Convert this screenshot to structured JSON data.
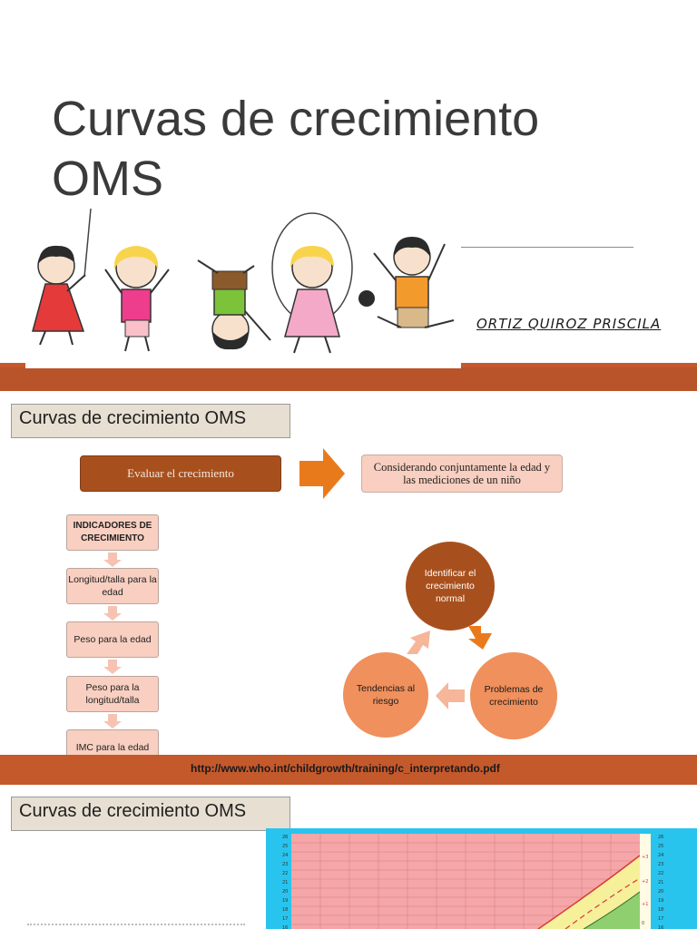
{
  "slide1": {
    "title_line1": "Curvas de crecimiento",
    "title_line2": "OMS",
    "author": "ORTIZ QUIROZ PRISCILA"
  },
  "slide2": {
    "title": "Curvas de crecimiento OMS",
    "evaluate": "Evaluar el crecimiento",
    "considering": "Considerando conjuntamente la edad y las mediciones de un niño",
    "indicators_header": "INDICADORES DE CRECIMIENTO",
    "indicators": [
      "Longitud/talla para la edad",
      "Peso para la edad",
      "Peso para la longitud/talla",
      "IMC  para la edad"
    ],
    "cycle": [
      "Identificar el crecimiento normal",
      "Problemas de crecimiento",
      "Tendencias al riesgo"
    ],
    "link": "http://www.who.int/childgrowth/training/c_interpretando.pdf"
  },
  "slide3": {
    "title": "Curvas de crecimiento OMS",
    "ticks": [
      "26",
      "25",
      "24",
      "23",
      "22",
      "21",
      "20",
      "19",
      "18",
      "17",
      "16"
    ],
    "percentile_labels": [
      "+3",
      "+2",
      "+1",
      "0"
    ]
  },
  "colors": {
    "band_orange": "#c4592c",
    "band_brown": "#7f3d1c",
    "dark_brown_box": "#a8501d",
    "arrow_orange": "#e97a1c",
    "light_pink": "#f8cfc0",
    "circle_salmon": "#f0905c",
    "chart_cyan": "#28c4ee",
    "chart_pink": "#f4a6a8"
  }
}
